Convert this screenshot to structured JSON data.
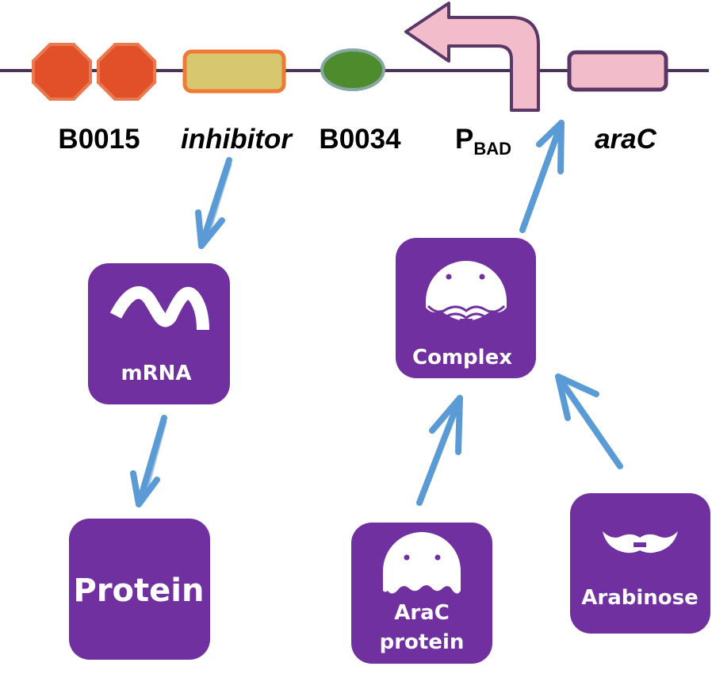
{
  "construct": {
    "parts": [
      {
        "id": "terminator-1",
        "type": "terminator",
        "color": "#E2502A",
        "stroke": "#E97A50"
      },
      {
        "id": "terminator-2",
        "type": "terminator",
        "color": "#E2502A",
        "stroke": "#E97A50"
      },
      {
        "id": "inhibitor-cds",
        "type": "cds",
        "color": "#D7C76E",
        "stroke": "#EE7A36"
      },
      {
        "id": "rbs",
        "type": "rbs",
        "color": "#4E8B2C",
        "stroke": "#86A8A4"
      },
      {
        "id": "promoter",
        "type": "promoter",
        "color": "#F2BCCB",
        "stroke": "#5A3767"
      },
      {
        "id": "arac-cds",
        "type": "cds",
        "color": "#F2BCCB",
        "stroke": "#5A3767"
      }
    ],
    "labels": {
      "b0015": "B0015",
      "inhibitor": "inhibitor",
      "b0034": "B0034",
      "pbad_main": "P",
      "pbad_sub": "BAD",
      "arac": "araC"
    }
  },
  "nodes": {
    "mrna": {
      "label": "mRNA",
      "icon": "mrna-wave-icon"
    },
    "protein": {
      "label": "Protein"
    },
    "complex": {
      "label": "Complex",
      "icon": "complex-face-icon"
    },
    "arac_protein": {
      "label_line1": "AraC",
      "label_line2": "protein",
      "icon": "arac-protein-icon"
    },
    "arabinose": {
      "label": "Arabinose",
      "icon": "arabinose-icon"
    }
  },
  "colors": {
    "node_fill": "#7030A0",
    "node_text": "#FFFFFF",
    "arrow": "#5B9BD5",
    "dna_line": "#4A3357"
  }
}
